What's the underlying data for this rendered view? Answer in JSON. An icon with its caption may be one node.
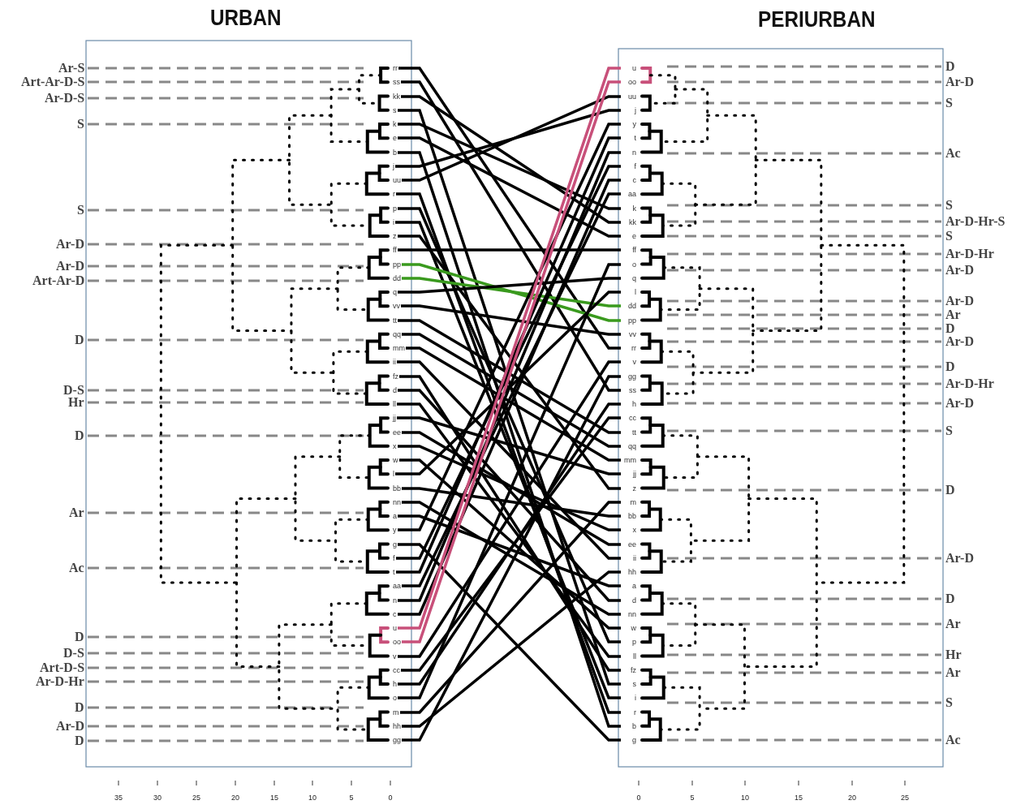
{
  "diagram": {
    "nodes": [
      {
        "text": [
          "rr"
        ]
      },
      {
        "text": [
          "ss"
        ]
      },
      {
        "text": [
          "kk"
        ]
      },
      {
        "text": [
          "s"
        ]
      },
      {
        "text": [
          "k"
        ]
      },
      {
        "text": [
          "e"
        ]
      },
      {
        "text": [
          "b"
        ]
      },
      {
        "text": [
          "j"
        ]
      },
      {
        "text": [
          "uu"
        ]
      },
      {
        "text": [
          "r"
        ]
      },
      {
        "text": [
          "p"
        ]
      },
      {
        "text": [
          "i"
        ]
      },
      {
        "text": [
          "z"
        ]
      },
      {
        "text": [
          "ff"
        ]
      },
      {
        "text": [
          "pp"
        ]
      },
      {
        "text": [
          "dd"
        ]
      },
      {
        "text": [
          "q"
        ]
      },
      {
        "text": [
          "vv"
        ]
      },
      {
        "text": [
          "tt"
        ]
      },
      {
        "text": [
          "qq"
        ]
      },
      {
        "text": [
          "mm"
        ]
      },
      {
        "text": [
          "ii"
        ]
      },
      {
        "text": [
          "fz"
        ]
      },
      {
        "text": [
          "d"
        ]
      },
      {
        "text": [
          "ll"
        ]
      },
      {
        "text": [
          "jj"
        ]
      },
      {
        "text": [
          "ee"
        ]
      },
      {
        "text": [
          "x"
        ]
      },
      {
        "text": [
          "w"
        ]
      },
      {
        "text": [
          "l"
        ]
      },
      {
        "text": [
          "bb"
        ]
      },
      {
        "text": [
          "nn"
        ]
      },
      {
        "text": [
          "a"
        ]
      },
      {
        "text": [
          "y"
        ]
      },
      {
        "text": [
          "g"
        ]
      },
      {
        "text": [
          "f"
        ]
      },
      {
        "text": [
          "t"
        ]
      },
      {
        "text": [
          "aa"
        ]
      },
      {
        "text": [
          "n"
        ]
      },
      {
        "text": [
          "c"
        ]
      },
      {
        "text": [
          "u"
        ]
      },
      {
        "text": [
          "oo"
        ]
      },
      {
        "text": [
          "v"
        ]
      },
      {
        "text": [
          "cc"
        ]
      },
      {
        "text": [
          "h"
        ]
      },
      {
        "text": [
          "o"
        ]
      },
      {
        "text": [
          "m"
        ]
      },
      {
        "text": [
          "hh"
        ]
      },
      {
        "text": [
          "gg"
        ]
      },
      {
        "text": [
          "u"
        ]
      },
      {
        "text": [
          "oo"
        ]
      },
      {
        "text": [
          "uu"
        ]
      },
      {
        "text": [
          "j"
        ]
      },
      {
        "text": [
          "y"
        ]
      },
      {
        "text": [
          "t"
        ]
      },
      {
        "text": [
          "n"
        ]
      },
      {
        "text": [
          "f"
        ]
      },
      {
        "text": [
          "c"
        ]
      },
      {
        "text": [
          "aa"
        ]
      },
      {
        "text": [
          "k"
        ]
      },
      {
        "text": [
          "kk"
        ]
      },
      {
        "text": [
          "e"
        ]
      },
      {
        "text": [
          "ff"
        ]
      },
      {
        "text": [
          "o"
        ]
      },
      {
        "text": [
          "q"
        ]
      },
      {
        "text": [
          "l"
        ]
      },
      {
        "text": [
          "dd"
        ]
      },
      {
        "text": [
          "pp"
        ]
      },
      {
        "text": [
          "vv"
        ]
      },
      {
        "text": [
          "rr"
        ]
      },
      {
        "text": [
          "v"
        ]
      },
      {
        "text": [
          "gg"
        ]
      },
      {
        "text": [
          "ss"
        ]
      },
      {
        "text": [
          "h"
        ]
      },
      {
        "text": [
          "cc"
        ]
      },
      {
        "text": [
          "tt"
        ]
      },
      {
        "text": [
          "qq"
        ]
      },
      {
        "text": [
          "mm"
        ]
      },
      {
        "text": [
          "jj"
        ]
      },
      {
        "text": [
          "z"
        ]
      },
      {
        "text": [
          "m"
        ]
      },
      {
        "text": [
          "bb"
        ]
      },
      {
        "text": [
          "x"
        ]
      },
      {
        "text": [
          "ee"
        ]
      },
      {
        "text": [
          "ii"
        ]
      },
      {
        "text": [
          "hh"
        ]
      },
      {
        "text": [
          "a"
        ]
      },
      {
        "text": [
          "d"
        ]
      },
      {
        "text": [
          "nn"
        ]
      },
      {
        "text": [
          "w"
        ]
      },
      {
        "text": [
          "p"
        ]
      },
      {
        "text": [
          "ll"
        ]
      },
      {
        "text": [
          "fz"
        ]
      },
      {
        "text": [
          "s"
        ]
      },
      {
        "text": [
          "i"
        ]
      },
      {
        "text": [
          "r"
        ]
      },
      {
        "text": [
          "b"
        ]
      },
      {
        "text": [
          "g"
        ]
      }
    ],
    "edges": [
      {
        "from": 0,
        "to": 69,
        "arrow": "none"
      },
      {
        "from": 1,
        "to": 72,
        "arrow": "none"
      },
      {
        "from": 2,
        "to": 60,
        "arrow": "none"
      },
      {
        "from": 3,
        "to": 93,
        "arrow": "none"
      },
      {
        "from": 4,
        "to": 59,
        "arrow": "none"
      },
      {
        "from": 5,
        "to": 61,
        "arrow": "none"
      },
      {
        "from": 6,
        "to": 96,
        "arrow": "none"
      },
      {
        "from": 7,
        "to": 52,
        "arrow": "none"
      },
      {
        "from": 8,
        "to": 51,
        "arrow": "none"
      },
      {
        "from": 9,
        "to": 95,
        "arrow": "none"
      },
      {
        "from": 10,
        "to": 90,
        "arrow": "none"
      },
      {
        "from": 11,
        "to": 94,
        "arrow": "none"
      },
      {
        "from": 12,
        "to": 79,
        "arrow": "none"
      },
      {
        "from": 13,
        "to": 62,
        "arrow": "none"
      },
      {
        "from": 14,
        "to": 67,
        "arrow": "none",
        "color": "#3a9a1e"
      },
      {
        "from": 15,
        "to": 66,
        "arrow": "none",
        "color": "#3a9a1e"
      },
      {
        "from": 16,
        "to": 64,
        "arrow": "none"
      },
      {
        "from": 17,
        "to": 68,
        "arrow": "none"
      },
      {
        "from": 18,
        "to": 75,
        "arrow": "none"
      },
      {
        "from": 19,
        "to": 76,
        "arrow": "none"
      },
      {
        "from": 20,
        "to": 77,
        "arrow": "none"
      },
      {
        "from": 21,
        "to": 84,
        "arrow": "none"
      },
      {
        "from": 22,
        "to": 92,
        "arrow": "none"
      },
      {
        "from": 23,
        "to": 87,
        "arrow": "none"
      },
      {
        "from": 24,
        "to": 91,
        "arrow": "none"
      },
      {
        "from": 25,
        "to": 78,
        "arrow": "none"
      },
      {
        "from": 26,
        "to": 83,
        "arrow": "none"
      },
      {
        "from": 27,
        "to": 82,
        "arrow": "none"
      },
      {
        "from": 28,
        "to": 89,
        "arrow": "none"
      },
      {
        "from": 29,
        "to": 65,
        "arrow": "none"
      },
      {
        "from": 30,
        "to": 81,
        "arrow": "none"
      },
      {
        "from": 31,
        "to": 88,
        "arrow": "none"
      },
      {
        "from": 32,
        "to": 86,
        "arrow": "none"
      },
      {
        "from": 33,
        "to": 53,
        "arrow": "none"
      },
      {
        "from": 34,
        "to": 97,
        "arrow": "none"
      },
      {
        "from": 35,
        "to": 56,
        "arrow": "none"
      },
      {
        "from": 36,
        "to": 54,
        "arrow": "none"
      },
      {
        "from": 37,
        "to": 58,
        "arrow": "none"
      },
      {
        "from": 38,
        "to": 55,
        "arrow": "none"
      },
      {
        "from": 39,
        "to": 57,
        "arrow": "none"
      },
      {
        "from": 40,
        "to": 49,
        "arrow": "none",
        "color": "#c8507a"
      },
      {
        "from": 41,
        "to": 50,
        "arrow": "none",
        "color": "#c8507a"
      },
      {
        "from": 42,
        "to": 70,
        "arrow": "none"
      },
      {
        "from": 43,
        "to": 74,
        "arrow": "none"
      },
      {
        "from": 44,
        "to": 73,
        "arrow": "none"
      },
      {
        "from": 45,
        "to": 63,
        "arrow": "none"
      },
      {
        "from": 46,
        "to": 80,
        "arrow": "none"
      },
      {
        "from": 47,
        "to": 85,
        "arrow": "none"
      },
      {
        "from": 48,
        "to": 71,
        "arrow": "none"
      }
    ],
    "labels": [
      "URBAN",
      "PERIURBAN",
      "Ar-S",
      "Art-Ar-D-S",
      "Ar-D-S",
      "S",
      "S",
      "Ar-D",
      "Ar-D",
      "Art-Ar-D",
      "D",
      "D-S",
      "Hr",
      "D",
      "Ar",
      "Ac",
      "D",
      "D-S",
      "Art-D-S",
      "Ar-D-Hr",
      "D",
      "Ar-D",
      "D",
      "D",
      "Ar-D",
      "S",
      "Ac",
      "S",
      "Ar-D-Hr-S",
      "S",
      "Ar-D-Hr",
      "Ar-D",
      "Ar-D",
      "Ar",
      "D",
      "Ar-D",
      "D",
      "Ar-D-Hr",
      "Ar-D",
      "S",
      "D",
      "Ar-D",
      "D",
      "Ar",
      "Hr",
      "Ar",
      "S",
      "Ac",
      "35",
      "30",
      "25",
      "20",
      "15",
      "10",
      "5",
      "0",
      "0",
      "5",
      "10",
      "15",
      "20",
      "25"
    ]
  }
}
